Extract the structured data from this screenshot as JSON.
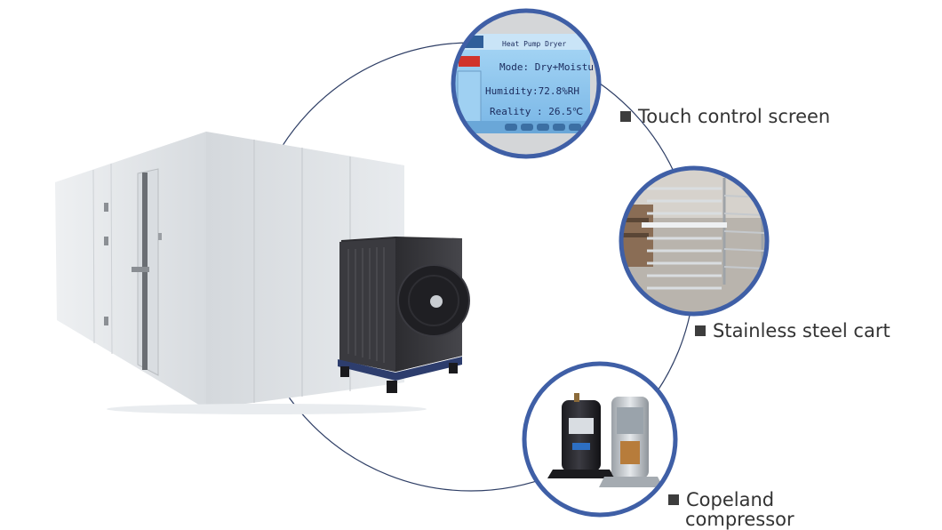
{
  "labels": {
    "touch": "Touch control screen",
    "cart": "Stainless steel cart",
    "compressor_line1": "Copeland",
    "compressor_line2": "compressor"
  },
  "screen": {
    "title": "Heat Pump Dryer",
    "mode": "Mode:  Dry+Moisture",
    "humidity": "Humidity:72.8%RH",
    "reality": "Reality : 26.5℃"
  },
  "colors": {
    "ring": "#3f5fa6",
    "guide_circle": "#2f3f66",
    "screen_bg": "#8fc8f0",
    "dryer_panel": "#e6e9ec"
  },
  "icons": [
    "square-bullet-icon"
  ]
}
